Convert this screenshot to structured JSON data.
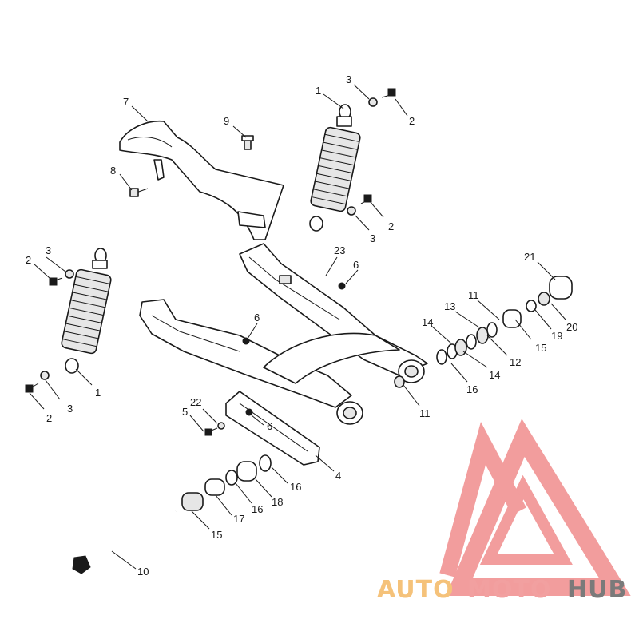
{
  "diagram": {
    "callouts": [
      {
        "id": "c7",
        "label": "7"
      },
      {
        "id": "c9",
        "label": "9"
      },
      {
        "id": "c8",
        "label": "8"
      },
      {
        "id": "c1a",
        "label": "1"
      },
      {
        "id": "c3a",
        "label": "3"
      },
      {
        "id": "c2a",
        "label": "2"
      },
      {
        "id": "c2b",
        "label": "2"
      },
      {
        "id": "c3b",
        "label": "3"
      },
      {
        "id": "c3c",
        "label": "3"
      },
      {
        "id": "c2c",
        "label": "2"
      },
      {
        "id": "c1b",
        "label": "1"
      },
      {
        "id": "c2d",
        "label": "2"
      },
      {
        "id": "c3d",
        "label": "3"
      },
      {
        "id": "c23",
        "label": "23"
      },
      {
        "id": "c6a",
        "label": "6"
      },
      {
        "id": "c6b",
        "label": "6"
      },
      {
        "id": "c21",
        "label": "21"
      },
      {
        "id": "c11a",
        "label": "11"
      },
      {
        "id": "c13",
        "label": "13"
      },
      {
        "id": "c14a",
        "label": "14"
      },
      {
        "id": "c15a",
        "label": "15"
      },
      {
        "id": "c19",
        "label": "19"
      },
      {
        "id": "c20",
        "label": "20"
      },
      {
        "id": "c12",
        "label": "12"
      },
      {
        "id": "c14b",
        "label": "14"
      },
      {
        "id": "c16a",
        "label": "16"
      },
      {
        "id": "c11b",
        "label": "11"
      },
      {
        "id": "c22",
        "label": "22"
      },
      {
        "id": "c5",
        "label": "5"
      },
      {
        "id": "c6c",
        "label": "6"
      },
      {
        "id": "c4",
        "label": "4"
      },
      {
        "id": "c16b",
        "label": "16"
      },
      {
        "id": "c18",
        "label": "18"
      },
      {
        "id": "c16c",
        "label": "16"
      },
      {
        "id": "c17",
        "label": "17"
      },
      {
        "id": "c15b",
        "label": "15"
      },
      {
        "id": "c10",
        "label": "10"
      }
    ]
  },
  "logo": {
    "word_auto": "AUTO",
    "word_moto": "MOTO",
    "word_hub": "HUB",
    "color_auto": "#f5c27a",
    "color_moto": "#f2a0a0",
    "color_hub": "#7a7a7a",
    "color_mark": "#f08c8c"
  }
}
